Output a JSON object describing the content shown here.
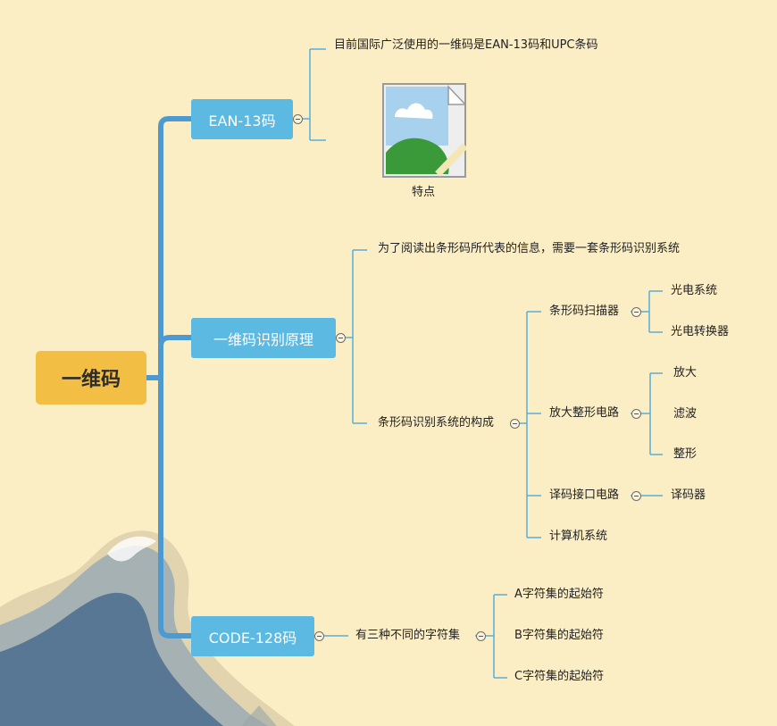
{
  "root": {
    "label": "一维码"
  },
  "branches": [
    {
      "label": "EAN-13码",
      "children": [
        "目前国际广泛使用的一维码是EAN-13码和UPC条码"
      ],
      "image_caption": "特点"
    },
    {
      "label": "一维码识别原理",
      "children": [
        "为了阅读出条形码所代表的信息，需要一套条形码识别系统",
        "条形码识别系统的构成"
      ],
      "components": [
        {
          "label": "条形码扫描器",
          "children": [
            "光电系统",
            "光电转换器"
          ]
        },
        {
          "label": "放大整形电路",
          "children": [
            "放大",
            "滤波",
            "整形"
          ]
        },
        {
          "label": "译码接口电路",
          "children": [
            "译码器"
          ]
        },
        {
          "label": "计算机系统",
          "children": []
        }
      ]
    },
    {
      "label": "CODE-128码",
      "children": [
        "有三种不同的字符集"
      ],
      "charsets": [
        "A字符集的起始符",
        "B字符集的起始符",
        "C字符集的起始符"
      ]
    }
  ],
  "colors": {
    "background": "#fbedc4",
    "root": "#f2bf44",
    "branch": "#5bb9e2",
    "connector_main": "#4d9ad0",
    "connector_thin": "#5aaed8"
  }
}
